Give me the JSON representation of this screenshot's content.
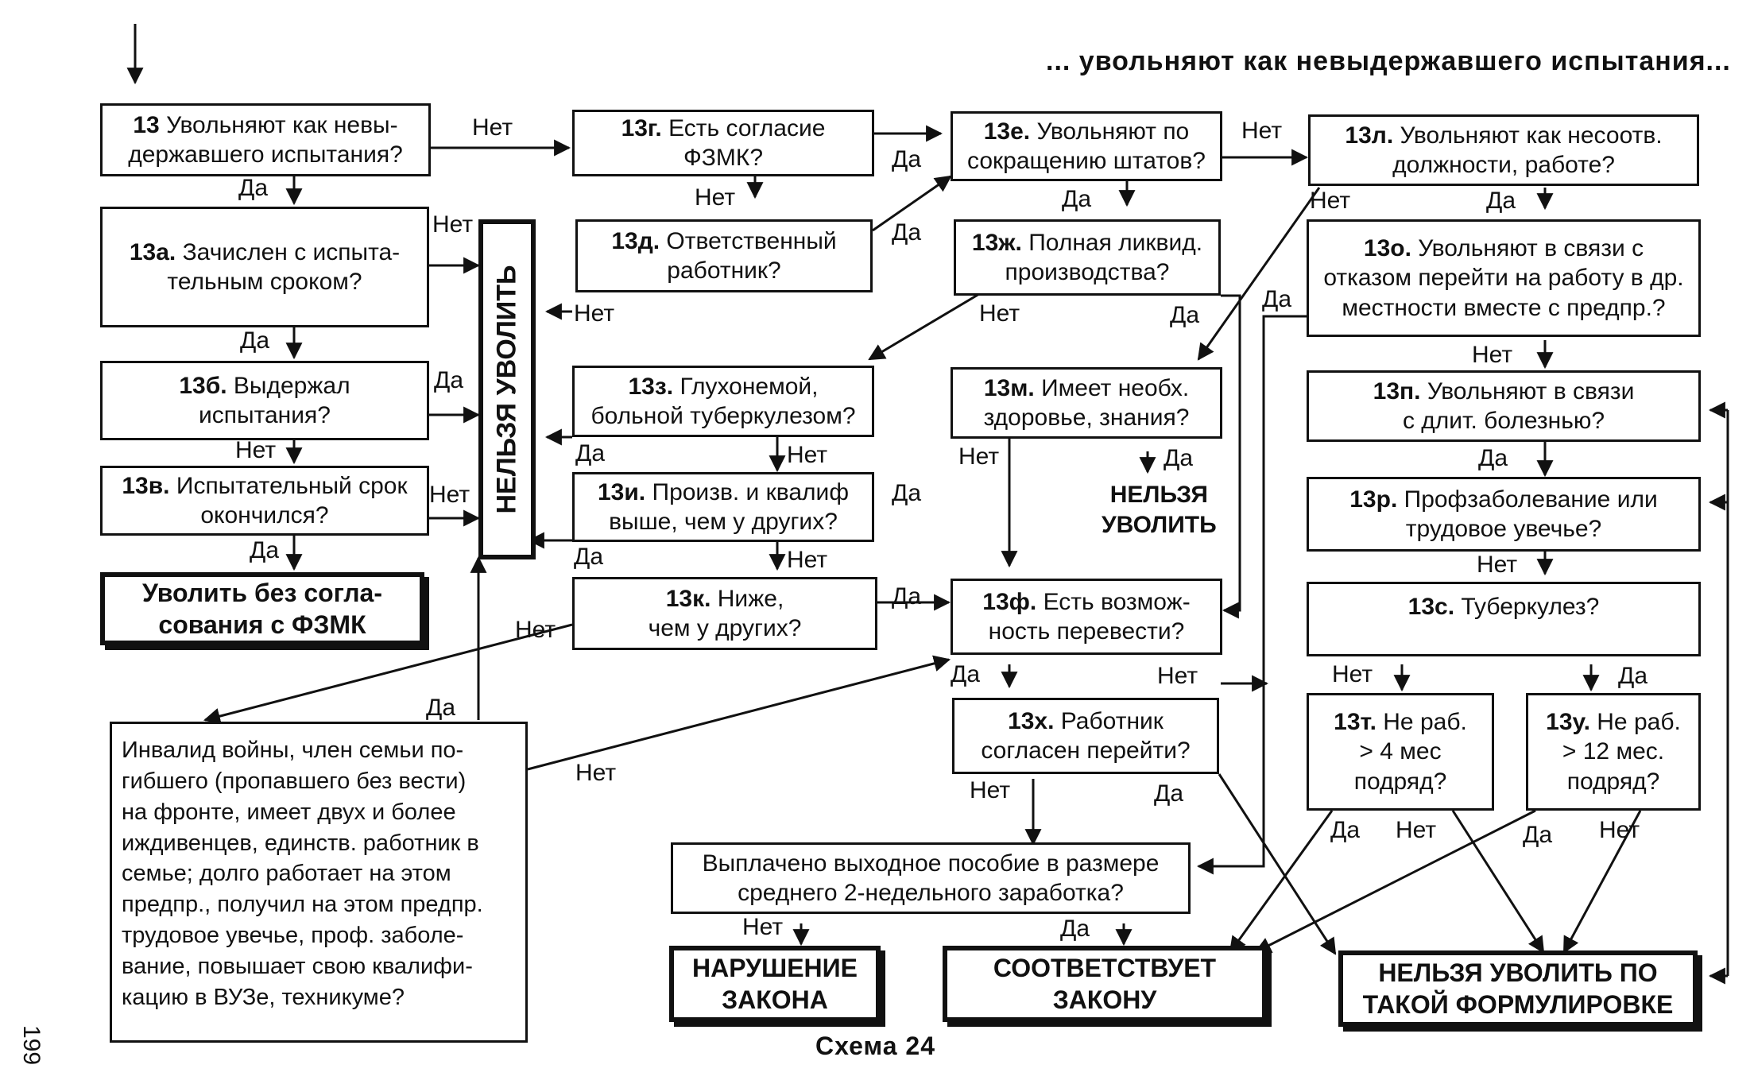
{
  "header": {
    "title": "... увольняют как невыдержавшего испытания..."
  },
  "page_number": "199",
  "caption": "Схема 24",
  "nodes": {
    "n13": {
      "id": "13",
      "text": "Увольняют как невы-\nдержавшего испытания?"
    },
    "n13a": {
      "id": "13а.",
      "text": "Зачислен с испыта-\nтельным сроком?"
    },
    "n13b": {
      "id": "13б.",
      "text": "Выдержал\nиспытания?"
    },
    "n13v": {
      "id": "13в.",
      "text": "Испытательный срок\nокончился?"
    },
    "n13g": {
      "id": "13г.",
      "text": "Есть согласие\nФЗМК?"
    },
    "n13d": {
      "id": "13д.",
      "text": "Ответственный\nработник?"
    },
    "n13z": {
      "id": "13з.",
      "text": "Глухонемой,\nбольной туберкулезом?"
    },
    "n13i": {
      "id": "13и.",
      "text": "Произв. и квалиф\nвыше, чем у других?"
    },
    "n13k": {
      "id": "13к.",
      "text": "Ниже,\nчем у других?"
    },
    "n13e": {
      "id": "13е.",
      "text": "Увольняют по\nсокращению штатов?"
    },
    "n13zh": {
      "id": "13ж.",
      "text": "Полная ликвид.\nпроизводства?"
    },
    "n13m": {
      "id": "13м.",
      "text": "Имеет необх.\nздоровье, знания?"
    },
    "n13f": {
      "id": "13ф.",
      "text": "Есть возмож-\nность перевести?"
    },
    "n13h": {
      "id": "13х.",
      "text": "Работник\nсогласен перейти?"
    },
    "n13l": {
      "id": "13л.",
      "text": "Увольняют как несоотв.\nдолжности, работе?"
    },
    "n13o": {
      "id": "13о.",
      "text": "Увольняют  в связи с\nотказом перейти на работу в др.\nместности вместе с предпр.?"
    },
    "n13p": {
      "id": "13п.",
      "text": "Увольняют в связи\nс длит. болезнью?"
    },
    "n13r": {
      "id": "13р.",
      "text": "Профзаболевание или\nтрудовое увечье?"
    },
    "n13s": {
      "id": "13с.",
      "text": "Туберкулез?"
    },
    "n13t": {
      "id": "13т.",
      "text": "Не  раб.\n> 4 мес\nподряд?"
    },
    "n13u": {
      "id": "13у.",
      "text": "Не раб.\n> 12 мес.\nподряд?"
    },
    "severance": {
      "text": "Выплачено выходное пособие в размере\nсреднего 2-недельного заработка?"
    },
    "veteran": {
      "text": "Инвалид войны, член семьи по-\nгибшего (пропавшего без вести)\nна фронте, имеет двух и более\nиждивенцев, единств. работник в\nсемье; долго работает на этом\nпредпр., получил на этом предпр.\nтрудовое увечье, проф. заболе-\nвание, повышает свою квалифи-\nкацию в ВУЗе, техникуме?"
    }
  },
  "terminals": {
    "fire_no_fzmk": "Уволить без согла-\nсования с ФЗМК",
    "cannot_fire_vertical": "НЕЛЬЗЯ УВОЛИТЬ",
    "cannot_fire_mid": "НЕЛЬЗЯ\nУВОЛИТЬ",
    "violation": "НАРУШЕНИЕ\nЗАКОНА",
    "legal": "СООТВЕТСТВУЕТ\nЗАКОНУ",
    "cannot_fire_wording": "НЕЛЬЗЯ УВОЛИТЬ ПО\nТАКОЙ  ФОРМУЛИРОВКЕ"
  },
  "labels": {
    "yes": "Да",
    "no": "Нет"
  }
}
